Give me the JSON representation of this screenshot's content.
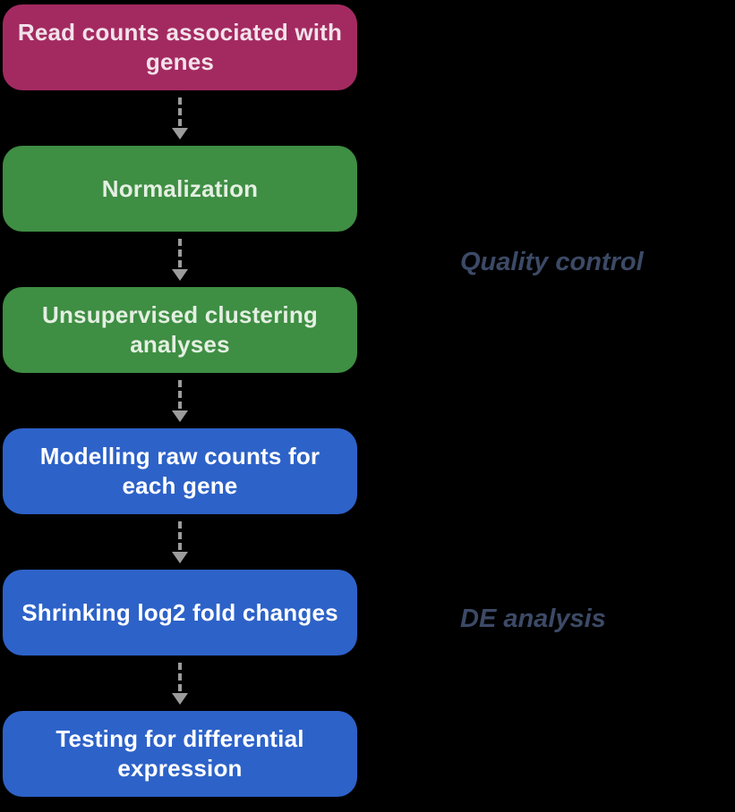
{
  "diagram": {
    "background": "#000000",
    "arrow_color": "#9c9c9c",
    "steps": [
      {
        "label": "Read counts associated with genes",
        "color": "#A32A60",
        "text_color": "#F2E2EA"
      },
      {
        "label": "Normalization",
        "color": "#3E8E43",
        "text_color": "#E4EFE2"
      },
      {
        "label": "Unsupervised clustering analyses",
        "color": "#3E8E43",
        "text_color": "#E4EFE2"
      },
      {
        "label": "Modelling raw counts for each gene",
        "color": "#2D62C8",
        "text_color": "#FFFFFF"
      },
      {
        "label": "Shrinking log2 fold changes",
        "color": "#2D62C8",
        "text_color": "#FFFFFF"
      },
      {
        "label": "Testing for differential expression",
        "color": "#2D62C8",
        "text_color": "#FFFFFF"
      }
    ],
    "annotations": [
      {
        "label": "Quality control",
        "color": "#3C4A66"
      },
      {
        "label": "DE analysis",
        "color": "#3C4A66"
      }
    ]
  }
}
